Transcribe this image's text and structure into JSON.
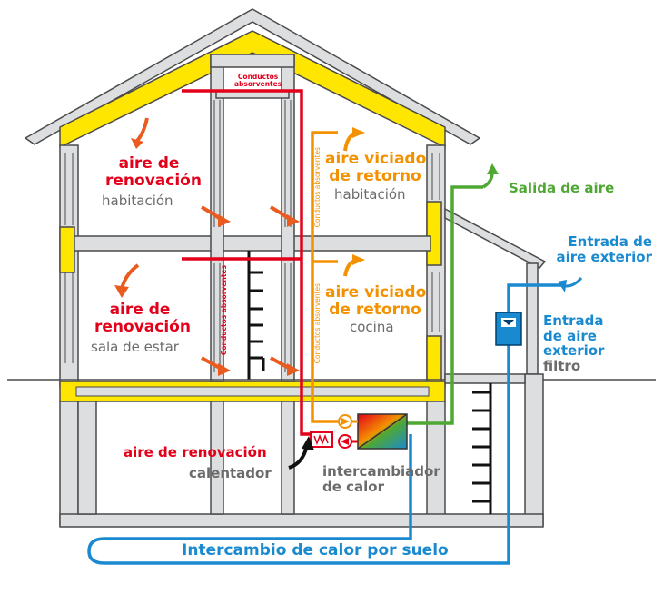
{
  "labels": {
    "ducts_top": [
      "Conductos",
      "absorventes"
    ],
    "ducts_vertical": "Conductos absorventes",
    "supply": "aire de renovación",
    "supply_l1": "aire de",
    "supply_l2": "renovación",
    "room_bedroom": "habitación",
    "room_living": "sala de estar",
    "exhaust_l1": "aire viciado",
    "exhaust_l2": "de retorno",
    "room_kitchen": "cocina",
    "outlet": "Salida de aire",
    "inlet_l1": "Entrada de",
    "inlet_l2": "aire exterior",
    "filter_l1": "Entrada",
    "filter_l2": "de aire",
    "filter_l3": "exterior",
    "filter_l4": "filtro",
    "heater": "calentador",
    "exchanger_l1": "intercambiador",
    "exchanger_l2": "de calor",
    "floor_exchange": "Intercambio de calor por suelo"
  },
  "colors": {
    "supply": "#e3001b",
    "exhaust": "#f39200",
    "outlet": "#4fa833",
    "inlet": "#1a8ad0",
    "insulation": "#ffe600",
    "structure": "#dcdee0",
    "outline": "#4a4a4a",
    "arrow_supply": "#ea5b1f"
  },
  "icons": [
    "curved-arrow-icon",
    "filter-icon",
    "fan-icon",
    "heat-exchanger-icon",
    "heater-icon"
  ]
}
